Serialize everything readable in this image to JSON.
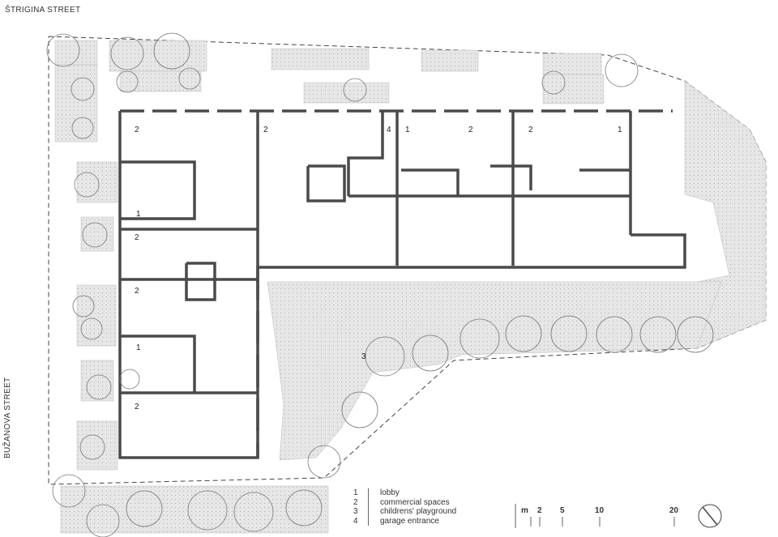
{
  "streets": {
    "top": "ŠTRIGINA STREET",
    "left": "BUŽANOVA STREET"
  },
  "room_labels": [
    "2",
    "2",
    "4",
    "1",
    "2",
    "2",
    "1",
    "1",
    "2",
    "2",
    "1",
    "2",
    "3"
  ],
  "legend": [
    {
      "num": "1",
      "text": "lobby"
    },
    {
      "num": "2",
      "text": "commercial spaces"
    },
    {
      "num": "3",
      "text": "childrens' playground"
    },
    {
      "num": "4",
      "text": "garage entrance"
    }
  ],
  "scale": {
    "unit": "m",
    "marks": [
      "2",
      "5",
      "10",
      "20"
    ]
  },
  "icons": {
    "north": "north-arrow-icon",
    "tree": "tree-circle-icon"
  },
  "colors": {
    "wall": "#4a4a4a",
    "green": "#e4e4e4",
    "line": "#444444"
  }
}
